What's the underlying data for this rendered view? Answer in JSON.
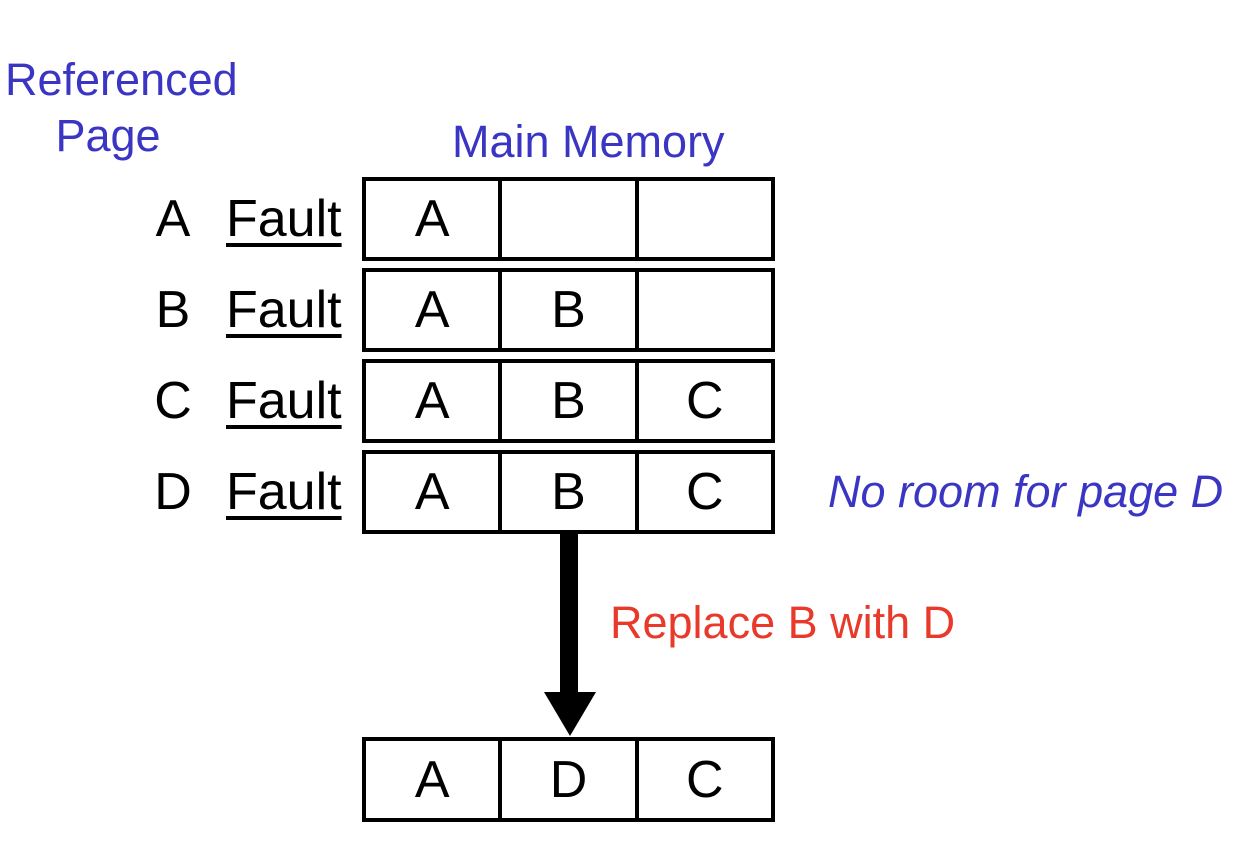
{
  "colors": {
    "heading_blue": "#3A35C2",
    "annotation_red": "#E8392A",
    "diagram_black": "#000000",
    "background": "#ffffff"
  },
  "headings": {
    "referenced_page_line1": "Referenced",
    "referenced_page_line2": "Page",
    "main_memory": "Main Memory"
  },
  "reference_rows": [
    {
      "page": "A",
      "status": "Fault",
      "memory": [
        "A",
        "",
        ""
      ]
    },
    {
      "page": "B",
      "status": "Fault",
      "memory": [
        "A",
        "B",
        ""
      ]
    },
    {
      "page": "C",
      "status": "Fault",
      "memory": [
        "A",
        "B",
        "C"
      ]
    },
    {
      "page": "D",
      "status": "Fault",
      "memory": [
        "A",
        "B",
        "C"
      ]
    }
  ],
  "annotations": {
    "no_room": "No room for page D",
    "replace": "Replace B with D"
  },
  "result_memory": [
    "A",
    "D",
    "C"
  ],
  "icons": {
    "replace_arrow": "down-arrow"
  }
}
